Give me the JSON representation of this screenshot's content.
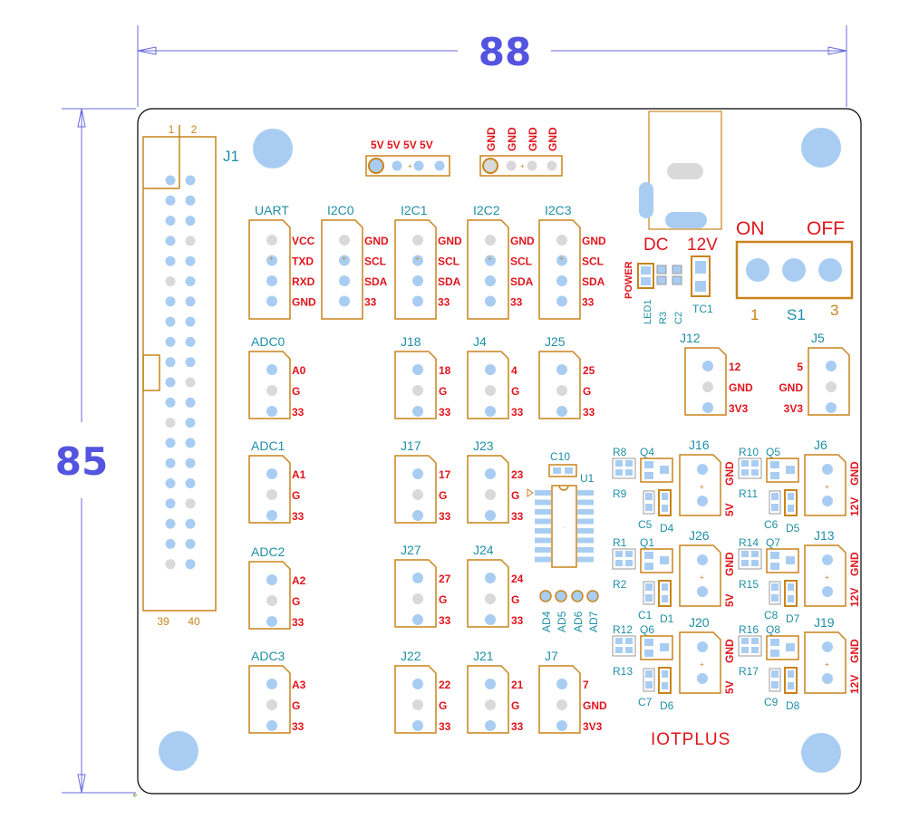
{
  "colors": {
    "outline": "#000000",
    "silk": "#c8841c",
    "red": "#e0141c",
    "teal": "#1f8fa6",
    "dim_line": "#6a6adc",
    "dim_text": "#5454e0",
    "pad": "#a9cdf2",
    "pad_grey": "#d9d9d9"
  },
  "dimensions": {
    "width": "88",
    "height": "85"
  },
  "j1": {
    "ref": "J1",
    "pin_top_left": "1",
    "pin_top_right": "2",
    "pin_bottom_left": "39",
    "pin_bottom_right": "40"
  },
  "power_row": {
    "label": "5V 5V 5V 5V"
  },
  "gnd_row": {
    "labels": [
      "GND",
      "GND",
      "GND",
      "GND"
    ]
  },
  "dc": {
    "label_dc": "DC",
    "label_12v": "12V"
  },
  "switch": {
    "on": "ON",
    "off": "OFF",
    "ref": "S1",
    "pin1": "1",
    "pin3": "3"
  },
  "power_led": {
    "power_label": "POWER",
    "refs": [
      "LED1",
      "R3",
      "C2"
    ],
    "tc_ref": "TC1"
  },
  "headers_3pin": [
    {
      "id": "adc0",
      "ref": "ADC0",
      "labels": [
        "A0",
        "G",
        "33"
      ]
    },
    {
      "id": "adc1",
      "ref": "ADC1",
      "labels": [
        "A1",
        "G",
        "33"
      ]
    },
    {
      "id": "adc2",
      "ref": "ADC2",
      "labels": [
        "A2",
        "G",
        "33"
      ]
    },
    {
      "id": "adc3",
      "ref": "ADC3",
      "labels": [
        "A3",
        "G",
        "33"
      ]
    },
    {
      "id": "j18",
      "ref": "J18",
      "labels": [
        "18",
        "G",
        "33"
      ]
    },
    {
      "id": "j4",
      "ref": "J4",
      "labels": [
        "4",
        "G",
        "33"
      ]
    },
    {
      "id": "j25",
      "ref": "J25",
      "labels": [
        "25",
        "G",
        "33"
      ]
    },
    {
      "id": "j17",
      "ref": "J17",
      "labels": [
        "17",
        "G",
        "33"
      ]
    },
    {
      "id": "j23",
      "ref": "J23",
      "labels": [
        "23",
        "G",
        "33"
      ]
    },
    {
      "id": "j27",
      "ref": "J27",
      "labels": [
        "27",
        "G",
        "33"
      ]
    },
    {
      "id": "j24",
      "ref": "J24",
      "labels": [
        "24",
        "G",
        "33"
      ]
    },
    {
      "id": "j22",
      "ref": "J22",
      "labels": [
        "22",
        "G",
        "33"
      ]
    },
    {
      "id": "j21",
      "ref": "J21",
      "labels": [
        "21",
        "G",
        "33"
      ]
    },
    {
      "id": "j7",
      "ref": "J7",
      "labels": [
        "7",
        "GND",
        "3V3"
      ]
    },
    {
      "id": "j12",
      "ref": "J12",
      "labels": [
        "12",
        "GND",
        "3V3"
      ]
    },
    {
      "id": "j5",
      "ref": "J5",
      "labels": [
        "5",
        "GND",
        "3V3"
      ]
    }
  ],
  "headers_4pin": [
    {
      "id": "uart",
      "ref": "UART",
      "labels": [
        "VCC",
        "TXD",
        "RXD",
        "GND"
      ]
    },
    {
      "id": "i2c0",
      "ref": "I2C0",
      "labels": [
        "GND",
        "SCL",
        "SDA",
        "33"
      ]
    },
    {
      "id": "i2c1",
      "ref": "I2C1",
      "labels": [
        "GND",
        "SCL",
        "SDA",
        "33"
      ]
    },
    {
      "id": "i2c2",
      "ref": "I2C2",
      "labels": [
        "GND",
        "SCL",
        "SDA",
        "33"
      ]
    },
    {
      "id": "i2c3",
      "ref": "I2C3",
      "labels": [
        "GND",
        "SCL",
        "SDA",
        "33"
      ]
    }
  ],
  "u1": {
    "ref": "U1",
    "cap": "C10",
    "ad_labels": [
      "AD4",
      "AD5",
      "AD6",
      "AD7"
    ]
  },
  "drivers": [
    {
      "id": "d1",
      "rtop": "R8",
      "rbot": "R9",
      "q": "Q4",
      "c": "C5",
      "d": "D4",
      "j": "J16",
      "pins": [
        "GND",
        "5V"
      ]
    },
    {
      "id": "d2",
      "rtop": "R1",
      "rbot": "R2",
      "q": "Q1",
      "c": "C1",
      "d": "D1",
      "j": "J26",
      "pins": [
        "GND",
        "5V"
      ]
    },
    {
      "id": "d3",
      "rtop": "R12",
      "rbot": "R13",
      "q": "Q6",
      "c": "C7",
      "d": "D6",
      "j": "J20",
      "pins": [
        "GND",
        "5V"
      ]
    },
    {
      "id": "d4",
      "rtop": "R10",
      "rbot": "R11",
      "q": "Q5",
      "c": "C6",
      "d": "D5",
      "j": "J6",
      "pins": [
        "GND",
        "12V"
      ]
    },
    {
      "id": "d5",
      "rtop": "R14",
      "rbot": "R15",
      "q": "Q7",
      "c": "C8",
      "d": "D7",
      "j": "J13",
      "pins": [
        "GND",
        "12V"
      ]
    },
    {
      "id": "d6",
      "rtop": "R16",
      "rbot": "R17",
      "q": "Q8",
      "c": "C9",
      "d": "D8",
      "j": "J19",
      "pins": [
        "GND",
        "12V"
      ]
    }
  ],
  "brand": "IOTPLUS"
}
